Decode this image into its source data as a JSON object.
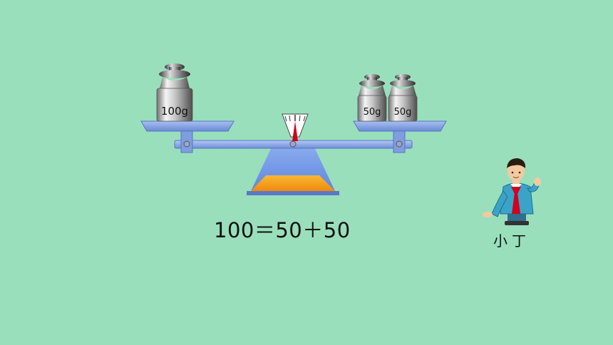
{
  "weights": {
    "left": {
      "label": "100g"
    },
    "right": [
      {
        "label": "50g"
      },
      {
        "label": "50g"
      }
    ]
  },
  "equation": "100＝50＋50",
  "character": {
    "name": "小丁"
  },
  "icons": [
    "balance-scale-icon",
    "weight-icon",
    "boy-character-icon"
  ],
  "colors": {
    "background": "#99dfbc",
    "pan": "#7d9ee0",
    "base_top": "#7fa3e8",
    "base_band": "#f5a623",
    "needle": "#d0021b"
  }
}
